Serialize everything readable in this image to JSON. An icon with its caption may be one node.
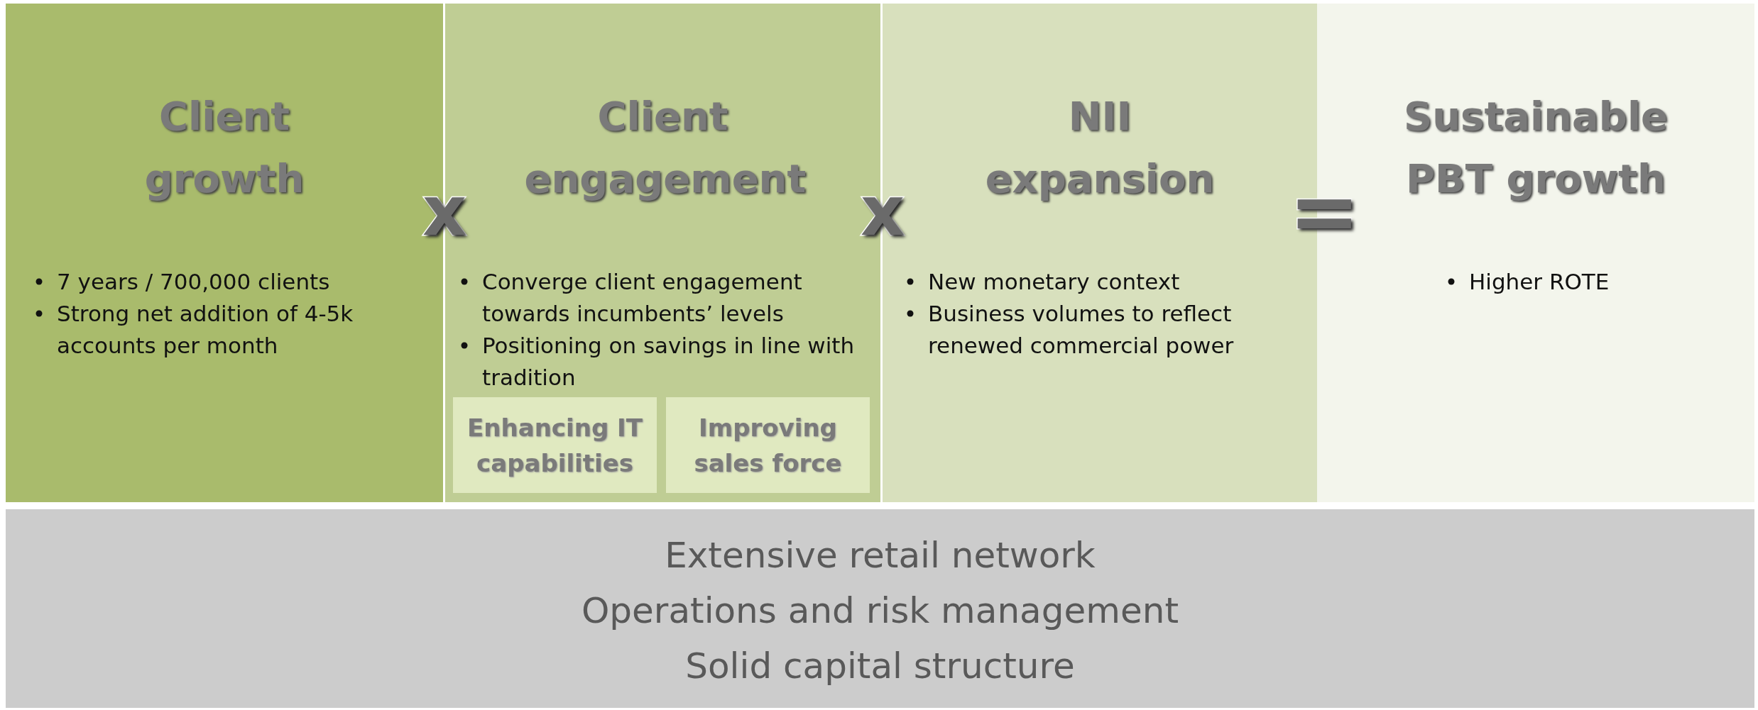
{
  "diagram": {
    "nodes": [
      {
        "text": [
          "Client growth",
          "7 years  / 700,000 clients",
          "Strong net addition of 4-5k accounts per month"
        ]
      },
      {
        "text": [
          "Client engagement",
          "Converge client engagement towards incumbents’ levels",
          "Positioning on savings in line with tradition"
        ]
      },
      {
        "text": [
          "Enhancing IT capabilities"
        ],
        "in": 1
      },
      {
        "text": [
          "Improving sales force"
        ],
        "in": 1
      },
      {
        "text": [
          "NII expansion",
          "New monetary context",
          "Business volumes to reflect renewed commercial power"
        ]
      },
      {
        "text": [
          "Sustainable PBT growth",
          "Higher ROTE"
        ]
      },
      {
        "text": [
          "Extensive retail network",
          "Operations and risk management",
          "Solid capital structure"
        ]
      }
    ],
    "edges": [],
    "labels": [
      "x",
      "x",
      "="
    ]
  }
}
